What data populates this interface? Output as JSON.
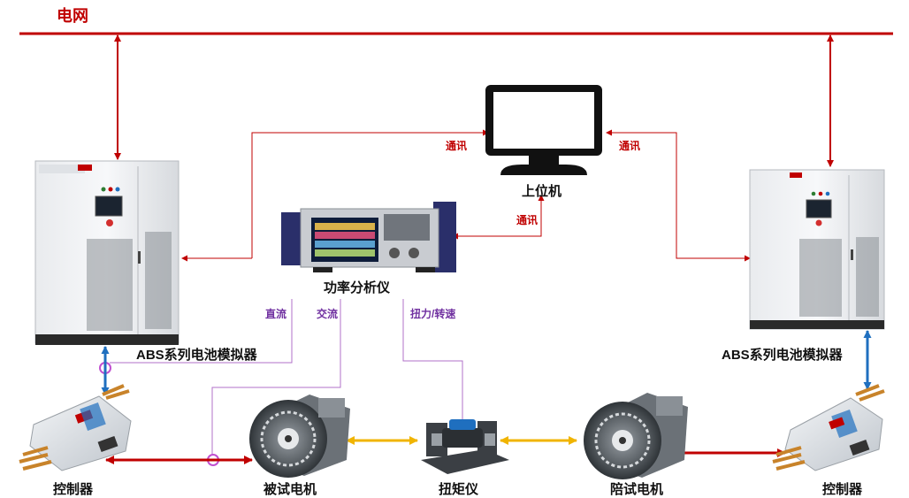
{
  "diagram": {
    "grid_label": "电网",
    "host_pc_label": "上位机",
    "power_analyzer_label": "功率分析仪",
    "battery_sim_left_label": "ABS系列电池模拟器",
    "battery_sim_right_label": "ABS系列电池模拟器",
    "controller_left_label": "控制器",
    "controller_right_label": "控制器",
    "motor_under_test_label": "被试电机",
    "torque_meter_label": "扭矩仪",
    "companion_motor_label": "陪试电机",
    "comm_labels": [
      "通讯",
      "通讯",
      "通讯"
    ],
    "signal_labels": {
      "dc": "直流",
      "ac": "交流",
      "torque_speed": "扭力/转速"
    }
  },
  "colors": {
    "grid_line": "#c00000",
    "comm_line": "#c00000",
    "signal_line": "#b070c8",
    "dc_link": "#1f6fbf",
    "mech_link": "#f0b400",
    "ac_link": "#c00000"
  },
  "icons": {
    "battery_simulator": "cabinet-icon",
    "host_pc": "monitor-icon",
    "power_analyzer": "analyzer-icon",
    "controller": "controller-icon",
    "motor": "motor-icon",
    "torque_meter": "torque-meter-icon"
  }
}
